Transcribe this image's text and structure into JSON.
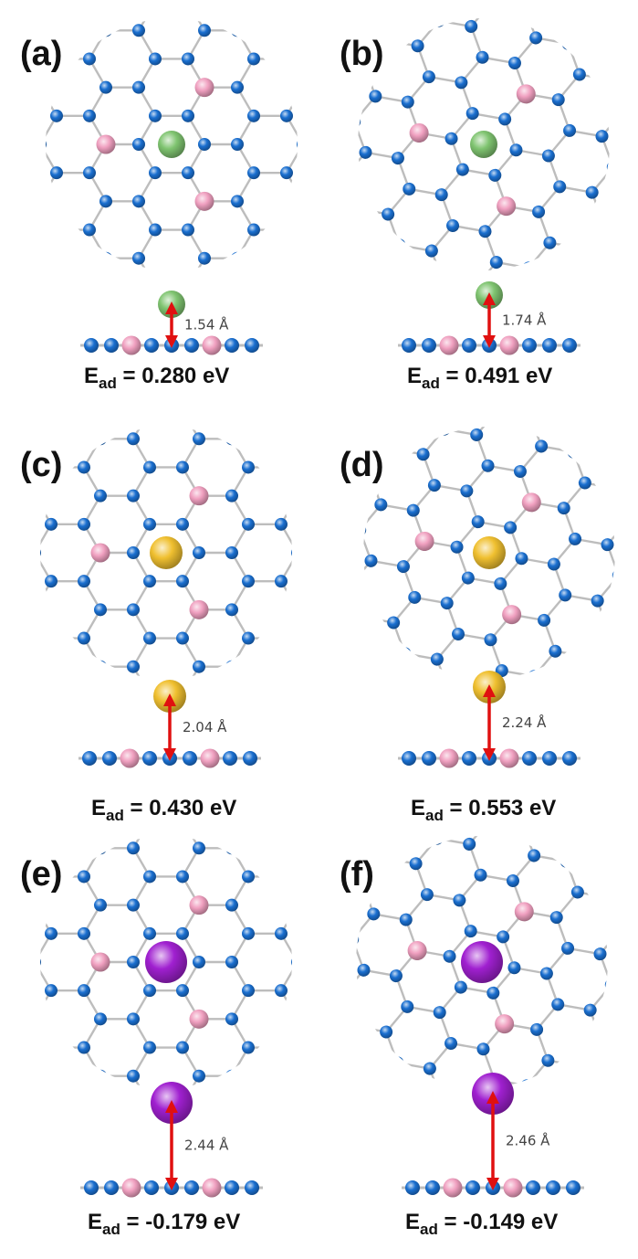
{
  "colors": {
    "blue": "#1a6fd0",
    "pink": "#f0a0c0",
    "green": "#7fc470",
    "gold": "#f0c030",
    "purple": "#a020d0",
    "bond": "#bdbdbd",
    "arrow": "#e01010"
  },
  "panels": [
    {
      "label": "(a)",
      "energy_symbol": "E",
      "energy_sub": "ad",
      "energy_text": " = 0.280 eV",
      "distance": "1.54 Å",
      "adatom": "green",
      "lattice": "A"
    },
    {
      "label": "(b)",
      "energy_symbol": "E",
      "energy_sub": "ad",
      "energy_text": " = 0.491 eV",
      "distance": "1.74 Å",
      "adatom": "green",
      "lattice": "B"
    },
    {
      "label": "(c)",
      "energy_symbol": "E",
      "energy_sub": "ad",
      "energy_text": " = 0.430 eV",
      "distance": "2.04 Å",
      "adatom": "gold",
      "lattice": "A"
    },
    {
      "label": "(d)",
      "energy_symbol": "E",
      "energy_sub": "ad",
      "energy_text": " = 0.553 eV",
      "distance": "2.24 Å",
      "adatom": "gold",
      "lattice": "B"
    },
    {
      "label": "(e)",
      "energy_symbol": "E",
      "energy_sub": "ad",
      "energy_text": " = -0.179 eV",
      "distance": "2.44 Å",
      "adatom": "purple",
      "lattice": "A"
    },
    {
      "label": "(f)",
      "energy_symbol": "E",
      "energy_sub": "ad",
      "energy_text": " = -0.149 eV",
      "distance": "2.46 Å",
      "adatom": "purple",
      "lattice": "B"
    }
  ]
}
